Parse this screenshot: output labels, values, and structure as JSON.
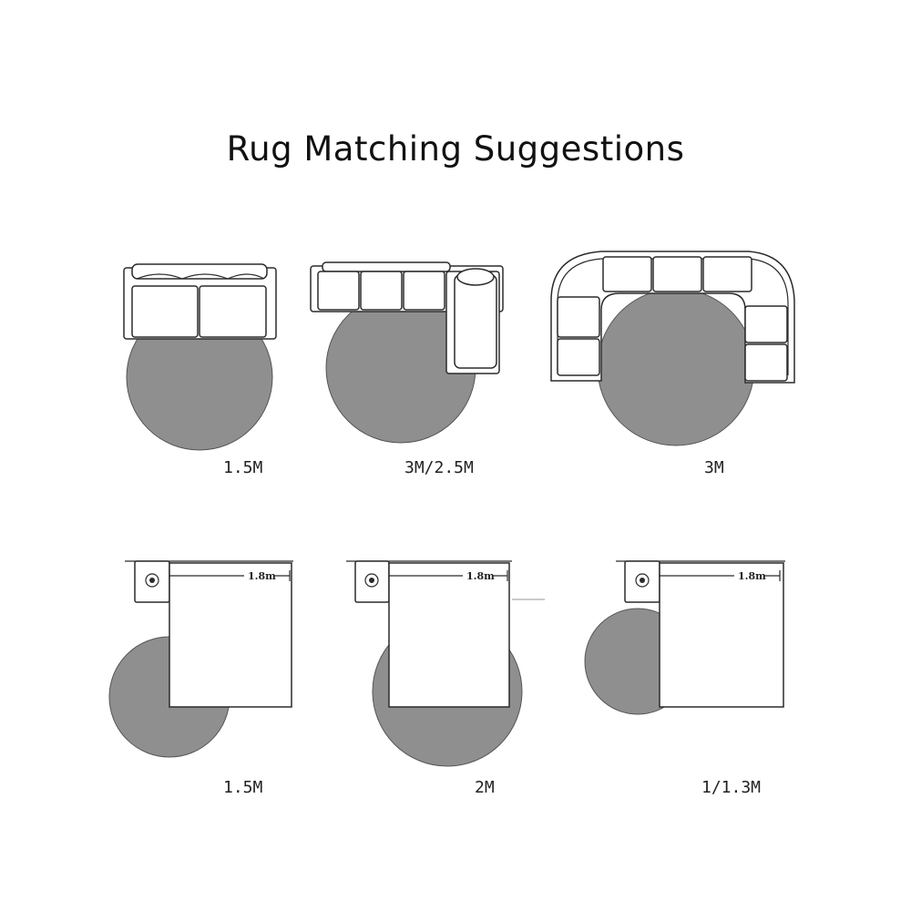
{
  "title": "Rug Matching Suggestions",
  "panels": [
    {
      "caption": "1.5M"
    },
    {
      "caption": "3M/2.5M"
    },
    {
      "caption": "3M"
    },
    {
      "caption": "1.5M",
      "dimension": "1.8m"
    },
    {
      "caption": "2M",
      "dimension": "1.8m"
    },
    {
      "caption": "1/1.3M",
      "dimension": "1.8m"
    }
  ]
}
